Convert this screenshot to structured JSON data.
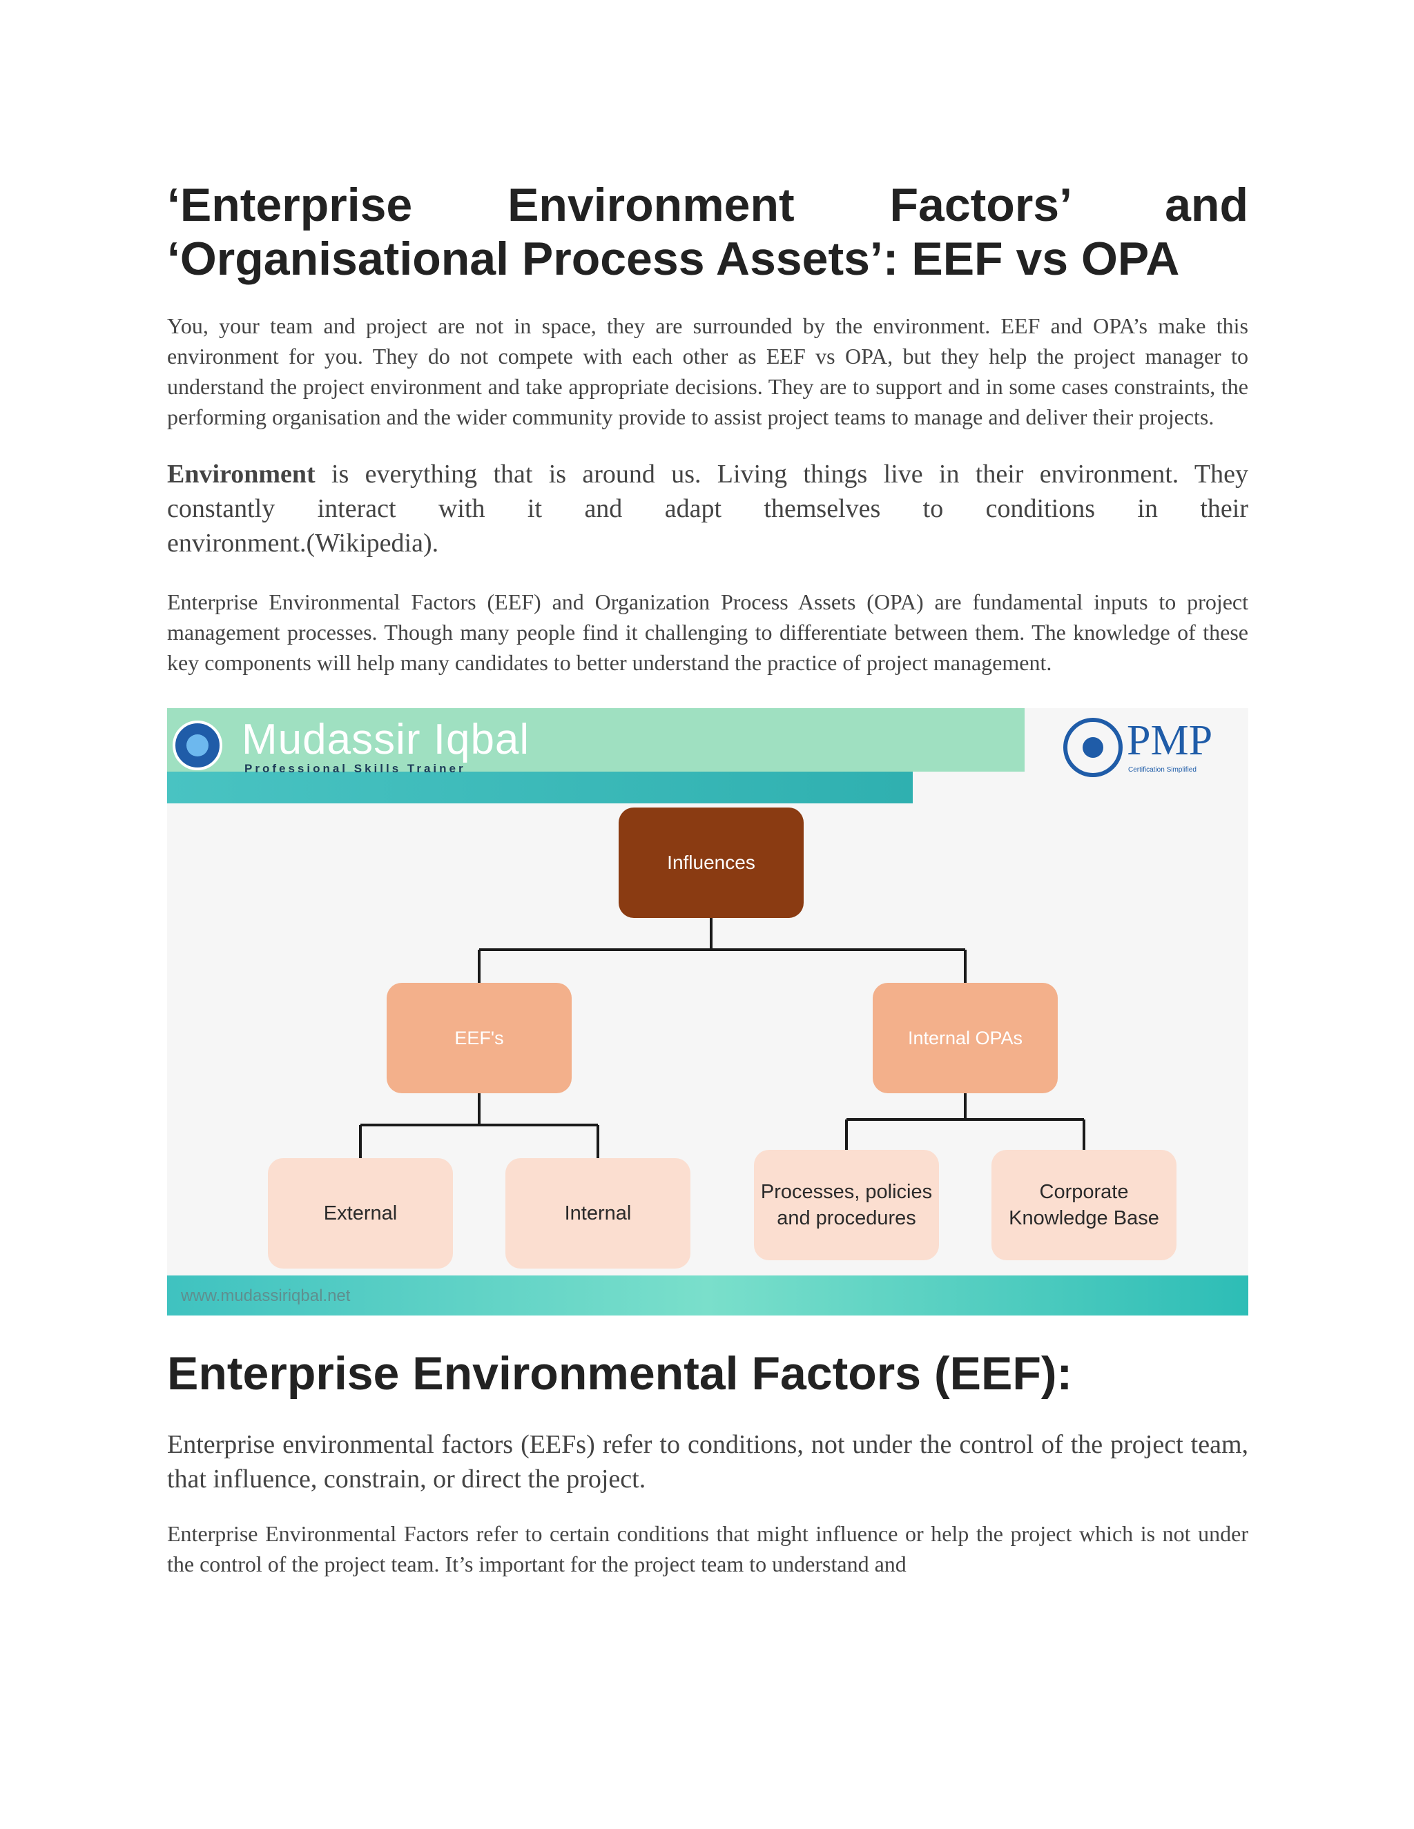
{
  "heading": {
    "line1": "‘Enterprise Environment Factors’ and",
    "line2": "‘Organisational Process Assets’: EEF vs OPA"
  },
  "intro": "You, your team and project are not in space, they are surrounded by the environment. EEF and OPA’s make this environment for you. They do not compete with each other as EEF vs OPA, but they help the project manager to understand the project environment and take appropriate decisions. They are to support and in some cases constraints, the performing organisation and the wider community provide to assist project teams to manage and deliver their projects.",
  "environment": {
    "term": "Environment",
    "line1_rest": " is everything that is around us. Living things live in their environment. They",
    "line2": "constantly interact with it and adapt themselves to conditions in their",
    "line3": "environment.(Wikipedia)."
  },
  "eef_opa_paragraph": "Enterprise Environmental Factors (EEF) and Organization Process Assets (OPA) are fundamental inputs to project management processes. Though many people find it challenging to differentiate between them. The knowledge of these key components will help many candidates to better understand the practice of project management.",
  "figure": {
    "brand_name": "Mudassir Iqbal",
    "brand_tagline": "Professional Skills Trainer",
    "pmp_logo": "PMP",
    "pmp_tagline": "Certification Simplified",
    "footer_url": "www.mudassiriqbal.net",
    "root": "Influences",
    "branches": [
      "EEF's",
      "Internal OPAs"
    ],
    "leaves": [
      "External",
      "Internal",
      "Processes, policies and procedures",
      "Corporate Knowledge Base"
    ],
    "colors": {
      "root": "#8a3b12",
      "branch": "#f3b08b",
      "leaf": "#fbded0",
      "banner": "#9fe0c1",
      "brand_blue": "#1f5ca8"
    }
  },
  "section_heading": "Enterprise Environmental Factors (EEF):",
  "eef_definition": "Enterprise environmental factors (EEFs) refer to conditions, not under the control of the project team, that influence, constrain, or direct the project.",
  "eef_detail": "Enterprise Environmental Factors refer to certain conditions that might influence or help the project which is not under the control of the project team. It’s important for the project team to understand and"
}
